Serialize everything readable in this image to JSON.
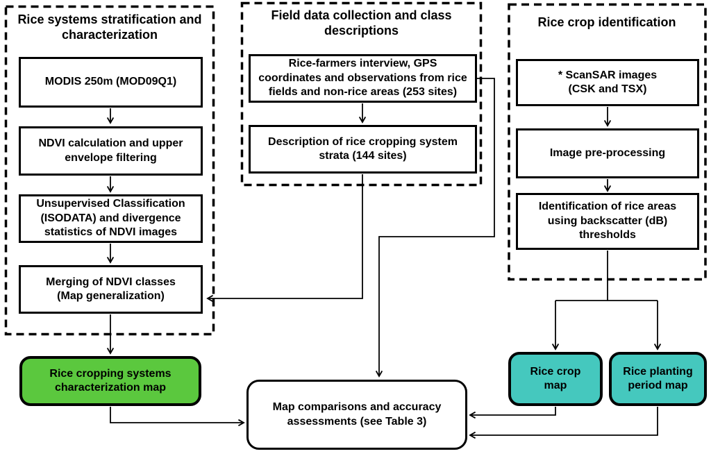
{
  "colors": {
    "green_output": "#5bc83e",
    "teal_output": "#45c8be",
    "line": "#000000",
    "background": "#ffffff"
  },
  "diagram": {
    "left_panel": {
      "title": "Rice systems stratification and\ncharacterization",
      "boxes": {
        "modis": "MODIS 250m (MOD09Q1)",
        "ndvi": "NDVI calculation and upper\nenvelope filtering",
        "unsupervised": "Unsupervised Classification\n(ISODATA) and divergence\nstatistics of NDVI images",
        "merging": "Merging of NDVI classes\n(Map generalization)"
      },
      "output": "Rice cropping systems\ncharacterization map"
    },
    "middle_panel": {
      "title": "Field data collection and class\ndescriptions",
      "boxes": {
        "interview": "Rice-farmers interview, GPS\ncoordinates and observations from rice\nfields and non-rice areas (253 sites)",
        "description": "Description of rice cropping system\nstrata (144 sites)"
      }
    },
    "right_panel": {
      "title": "Rice crop identification",
      "boxes": {
        "scansar": "* ScanSAR images\n(CSK and TSX)",
        "preprocessing": "Image pre-processing",
        "identification": "Identification of rice areas\nusing backscatter (dB)\nthresholds"
      },
      "outputs": {
        "rice_crop_map": "Rice crop\nmap",
        "rice_planting_period_map": "Rice planting\nperiod map"
      }
    },
    "assessment": "Map comparisons and accuracy\nassessments (see Table 3)"
  }
}
